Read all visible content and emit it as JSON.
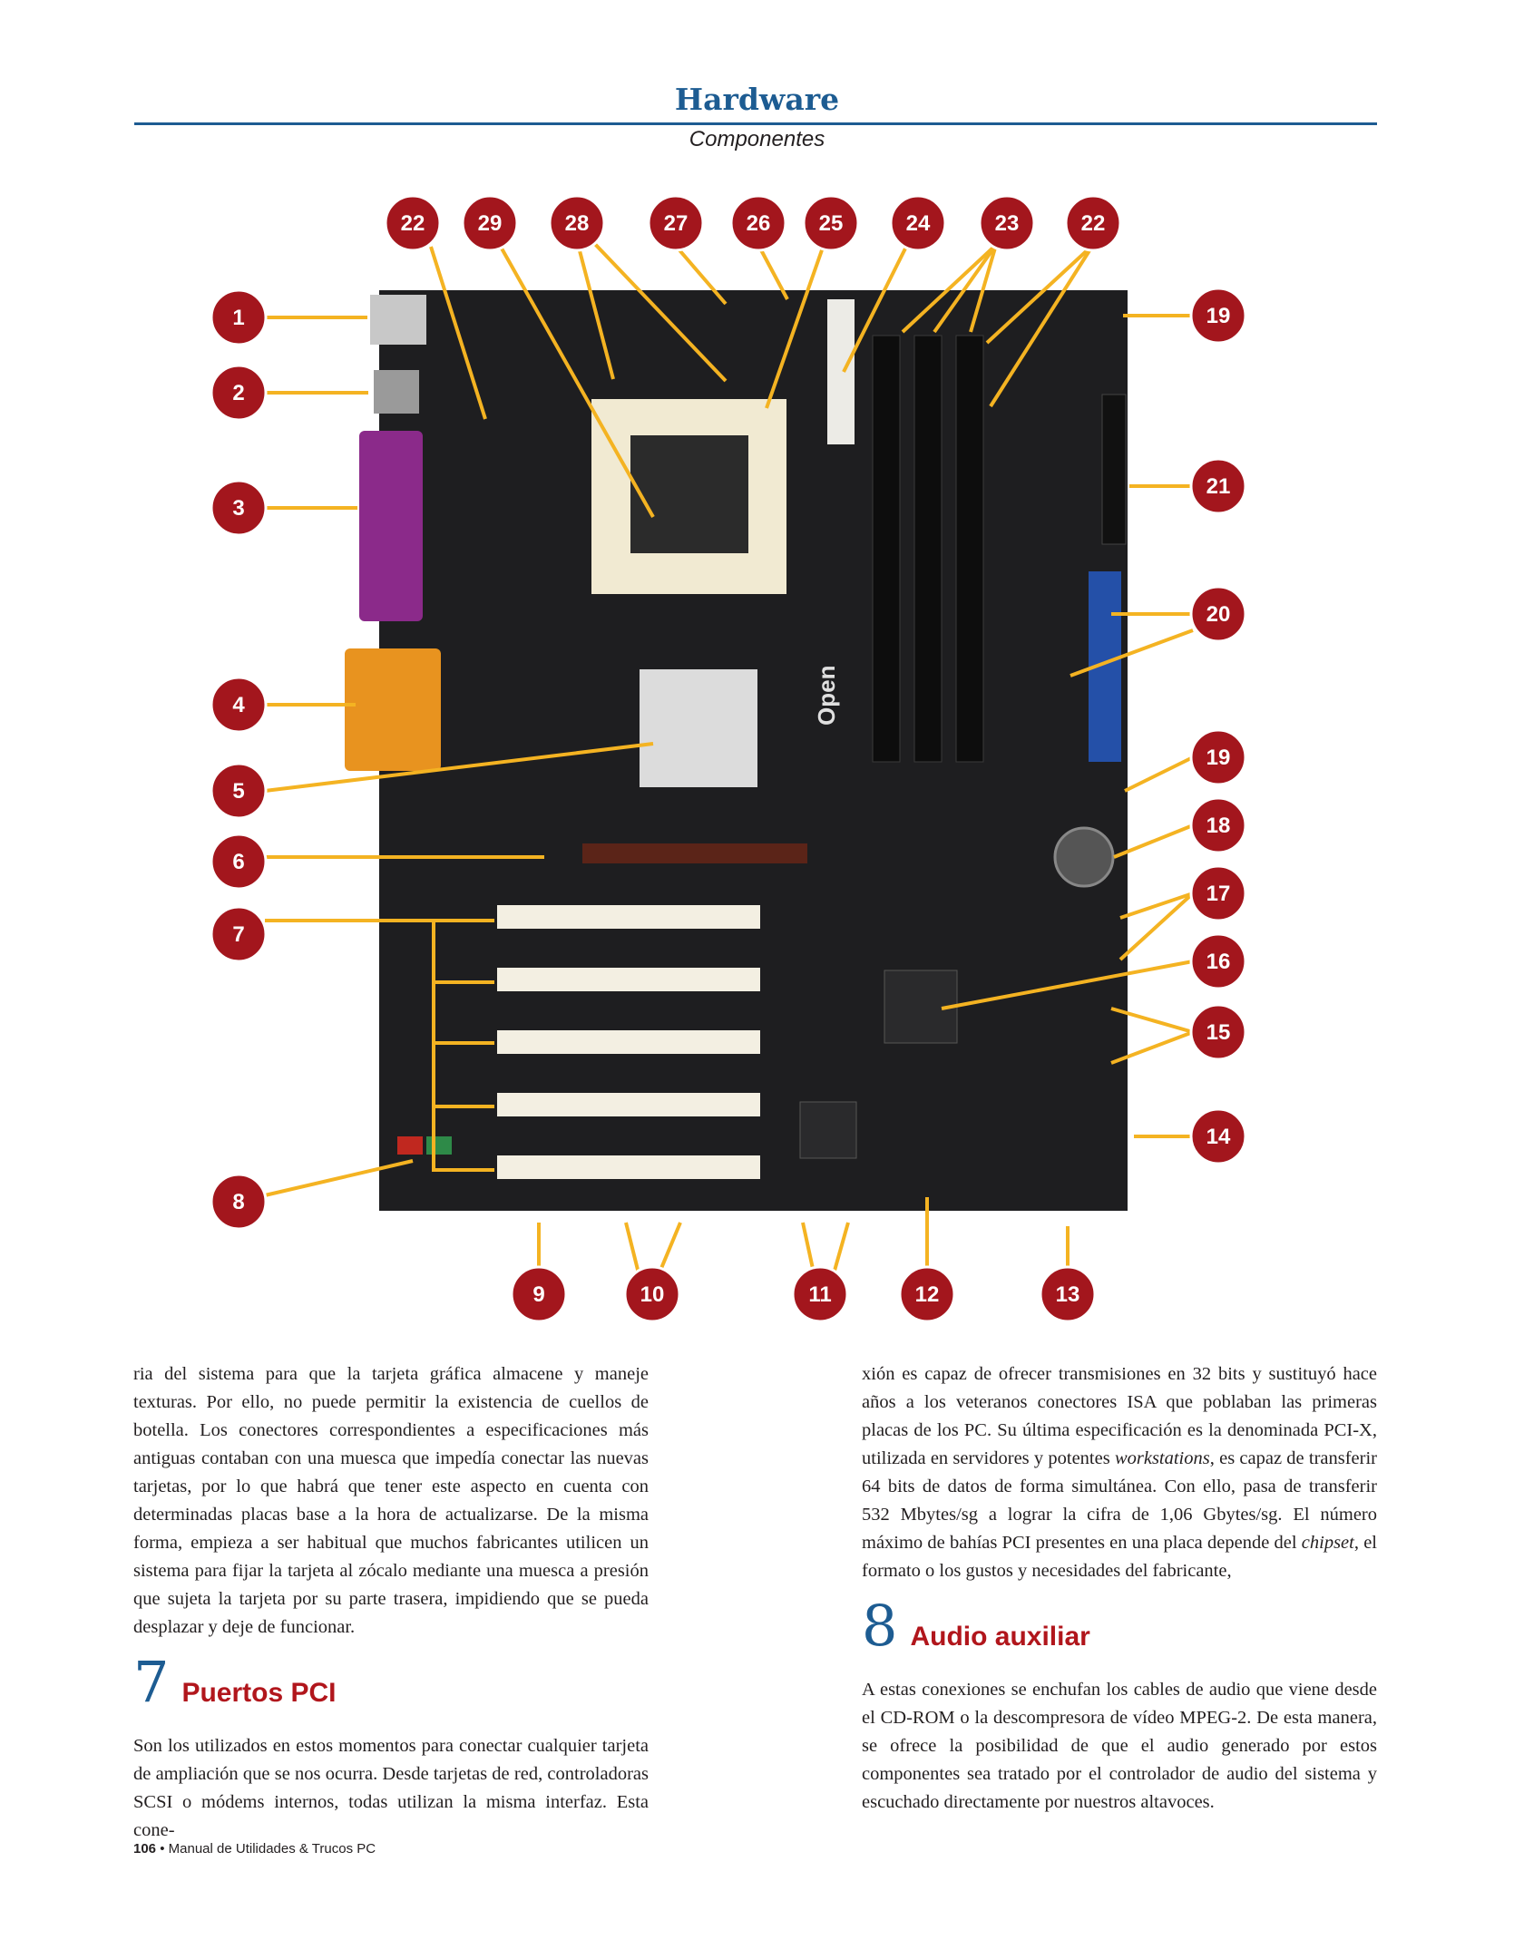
{
  "header": {
    "title": "Hardware",
    "subtitle": "Componentes"
  },
  "figure": {
    "board_logo": "Open",
    "callouts": [
      "1",
      "2",
      "3",
      "4",
      "5",
      "6",
      "7",
      "8",
      "9",
      "10",
      "11",
      "12",
      "13",
      "14",
      "15",
      "16",
      "17",
      "18",
      "19",
      "19",
      "20",
      "21",
      "22",
      "22",
      "23",
      "24",
      "25",
      "26",
      "27",
      "28",
      "29"
    ],
    "colors": {
      "marker": "#a3161d",
      "arrow": "#f4b322",
      "board": "#1e1e20",
      "accent_blue": "#1d5c92"
    }
  },
  "left_column": {
    "intro": "ria del sistema para que la tarjeta gráfica almacene y maneje texturas. Por ello, no puede permitir la existencia de cuellos de botella. Los conectores correspondientes a especificaciones más antiguas contaban con una muesca que impedía conectar las nuevas tarjetas, por lo que habrá que tener este aspecto en cuenta con determinadas placas base a la hora de actualizarse. De la misma forma, empieza a ser habitual que muchos fabricantes utilicen un sistema para fijar la tarjeta al zócalo mediante una muesca a presión que sujeta la tarjeta por su parte trasera, impidiendo que se pueda desplazar y deje de funcionar.",
    "section_number": "7",
    "section_title": "Puertos PCI",
    "section_text": "Son los utilizados en estos momentos para conectar cualquier tarjeta de ampliación que se nos ocurra. Desde tarjetas de red, controladoras SCSI o módems internos, todas utilizan la misma interfaz. Esta cone-"
  },
  "right_column": {
    "continuation_a": "xión es capaz de ofrecer transmisiones en 32 bits y sustituyó hace años a los veteranos conectores ISA que poblaban las primeras placas de los PC. Su última especificación es la denominada PCI-X, utilizada en servidores y potentes ",
    "continuation_em": "workstations",
    "continuation_b": ", es capaz de transferir 64 bits de datos de forma simultánea. Con ello, pasa de transferir 532 Mbytes/sg a lograr la cifra de 1,06 Gbytes/sg. El número máximo de bahías PCI presentes en una placa depende del ",
    "continuation_em2": "chipset",
    "continuation_c": ", el formato o los gustos y necesidades del fabricante,",
    "section_number": "8",
    "section_title": "Audio auxiliar",
    "section_text": "A estas conexiones se enchufan los cables de audio que viene desde el CD-ROM o la descompresora de vídeo MPEG-2. De esta manera, se ofrece la posibilidad de que el audio generado por estos componentes sea tratado por el controlador de audio del sistema y escuchado directamente por nuestros altavoces."
  },
  "footer": {
    "page_number": "106",
    "bullet": "•",
    "publication": "Manual de Utilidades & Trucos PC"
  }
}
